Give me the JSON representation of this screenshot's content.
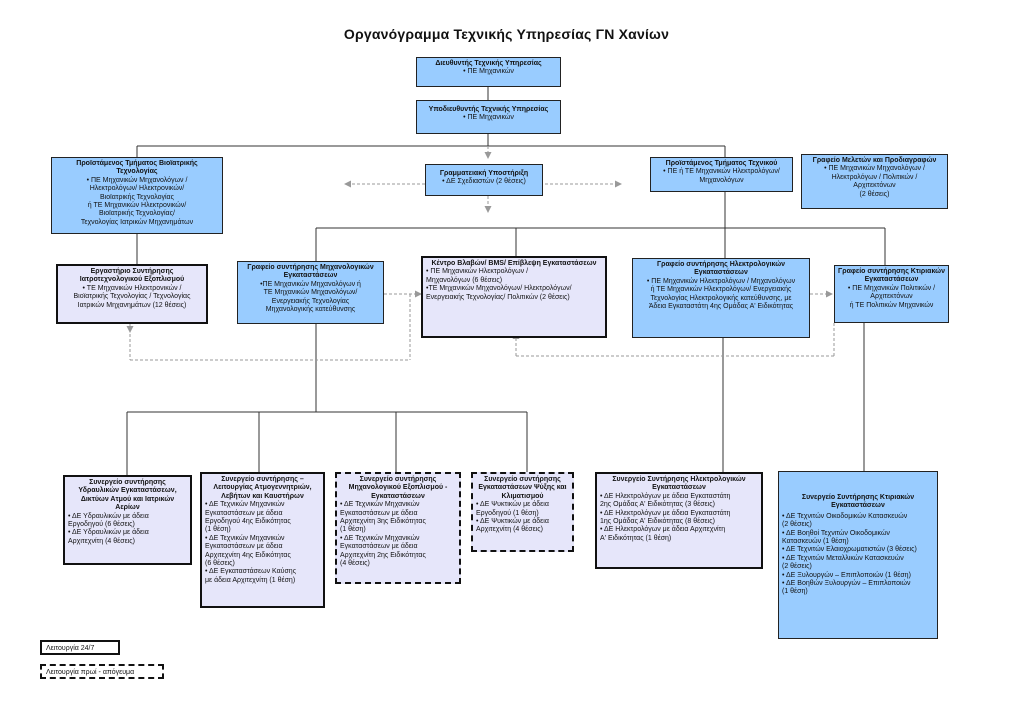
{
  "title": "Οργανόγραμμα  Τεχνικής Υπηρεσίας ΓΝ Χανίων",
  "nodes": {
    "director": {
      "title": "Διευθυντής Τεχνικής Υπηρεσίας",
      "lines": [
        "• ΠΕ Μηχανικών"
      ]
    },
    "deputy": {
      "title": "Υποδιευθυντής Τεχνικής Υπηρεσίας",
      "lines": [
        "• ΠΕ Μηχανικών"
      ]
    },
    "secretariat": {
      "title": "Γραμματειακή Υποστήριξη",
      "lines": [
        "• ΔΕ Σχεδιαστών (2 θέσεις)"
      ]
    },
    "biomed_head": {
      "title": "Προϊστάμενος Τμήματος Βιοϊατρικής Τεχνολογίας",
      "lines": [
        "• ΠΕ Μηχανικών Μηχανολόγων /",
        "Ηλεκτρολόγων/ Ηλεκτρονικών/",
        "Βιοϊατρικής Τεχνολογίας",
        "ή ΤΕ Μηχανικών Ηλεκτρονικών/",
        "Βιοϊατρικής Τεχνολογίας/",
        "Τεχνολογίας Ιατρικών Μηχανημάτων"
      ]
    },
    "tech_head": {
      "title": "Προϊστάμενος Τμήματος Τεχνικού",
      "lines": [
        "• ΠΕ ή ΤΕ Μηχανικών Ηλεκτρολόγων/",
        "Μηχανολόγων"
      ]
    },
    "studies": {
      "title": "Γραφείο Μελετών και Προδιαγραφών",
      "lines": [
        "• ΠΕ Μηχανικών Μηχανολόγων /",
        "Ηλεκτρολόγων / Πολιτικών /",
        "Αρχιτεκτόνων",
        "(2 θέσεις)"
      ]
    },
    "biomed_lab": {
      "title": "Εργαστήριο Συντήρησης Ιατροτεχνολογικού Εξοπλισμού",
      "lines": [
        "• ΤΕ Μηχανικών Ηλεκτρονικών /",
        "Βιοϊατρικής Τεχνολογίας / Τεχνολογίας",
        "Ιατρικών Μηχανημάτων (12 θέσεις)"
      ]
    },
    "mech_office": {
      "title": "Γραφείο συντήρησης Μηχανολογικών Εγκαταστάσεων",
      "lines": [
        "•ΠΕ Μηχανικών Μηχανολόγων ή",
        "ΤΕ Μηχανικών Μηχανολόγων/",
        "Ενεργειακής Τεχνολογίας",
        "Μηχανολογικής κατεύθυνσης"
      ]
    },
    "bms": {
      "title": "Κέντρο Βλαβών/ BMS/ Επίβλεψη Εγκαταστάσεων",
      "lines": [
        "• ΠΕ Μηχανικών Ηλεκτρολόγων /",
        "Μηχανολόγων (6 θέσεις)",
        "•ΤΕ Μηχανικών Μηχανολόγων/ Ηλεκτρολόγων/",
        "Ενεργειακής Τεχνολογίας/ Πολιτικών (2 θέσεις)"
      ]
    },
    "elec_office": {
      "title": "Γραφείο συντήρησης Ηλεκτρολογικών Εγκαταστάσεων",
      "lines": [
        "• ΠΕ Μηχανικών Ηλεκτρολόγων / Μηχανολόγων",
        "ή ΤΕ Μηχανικών Ηλεκτρολόγων/ Ενεργειακής",
        "Τεχνολογίας Ηλεκτρολογικής κατεύθυνσης, με",
        "Άδεια Εγκαταστάτη 4ης Ομάδας Α' Ειδικότητας"
      ]
    },
    "building_office": {
      "title": "Γραφείο συντήρησης Κτιριακών Εγκαταστάσεων",
      "lines": [
        "• ΠΕ Μηχανικών Πολιτικών /",
        "Αρχιτεκτόνων",
        "ή ΤΕ Πολιτικών Μηχανικών"
      ]
    },
    "hydraulic": {
      "title": "Συνεργείο συντήρησης Υδραυλικών Εγκαταστάσεων, Δικτύων Ατμού και Ιατρικών Αερίων",
      "lines": [
        "• ΔΕ Υδραυλικών με άδεια",
        "Εργοδηγού (6 θέσεις)",
        "• ΔΕ Υδραυλικών με άδεια",
        "Αρχιτεχνίτη (4 θέσεις)"
      ]
    },
    "generators": {
      "title": "Συνεργείο συντήρησης – Λειτουργίας  Ατμογεννητριών, Λεβήτων και Καυστήρων",
      "lines": [
        "• ΔΕ Τεχνικών Μηχανικών",
        "Εγκαταστάσεων με άδεια",
        "Εργοδηγού 4ης Ειδικότητας",
        "(1 θέση)",
        "• ΔΕ Τεχνικών Μηχανικών",
        "Εγκαταστάσεων με άδεια",
        "Αρχιτεχνίτη 4ης Ειδικότητας",
        "(6 θέσεις)",
        "• ΔΕ Εγκαταστάσεων Καύσης",
        "με άδεια Αρχιτεχνίτη (1 θέση)"
      ]
    },
    "mech_equipment": {
      "title": "Συνεργείο συντήρησης Μηχανολογικού Εξοπλισμού - Εγκαταστάσεων",
      "lines": [
        "• ΔΕ Τεχνικών Μηχανικών",
        "Εγκαταστάσεων με άδεια",
        "Αρχιτεχνίτη 3ης Ειδικότητας",
        "(1 θέση)",
        "• ΔΕ Τεχνικών Μηχανικών",
        "Εγκαταστάσεων με άδεια",
        "Αρχιτεχνίτη 2ης Ειδικότητας",
        "(4 θέσεις)"
      ]
    },
    "cooling": {
      "title": "Συνεργείο συντήρησης Εγκαταστάσεων Ψύξης και Κλιματισμού",
      "lines": [
        "• ΔΕ Ψυκτικών με άδεια",
        "Εργοδηγού (1 θέση)",
        "• ΔΕ Ψυκτικών με άδεια",
        "Αρχιτεχνίτη (4 θέσεις)"
      ]
    },
    "electrical_crew": {
      "title": "Συνεργείο Συντήρησης Ηλεκτρολογικών Εγκαταστάσεων",
      "lines": [
        "• ΔΕ Ηλεκτρολόγων με άδεια Εγκαταστάτη",
        "2ης Ομάδας Α' Ειδικότητας (3 θέσεις)",
        "• ΔΕ Ηλεκτρολόγων με άδεια Εγκαταστάτη",
        "1ης Ομάδας Α' Ειδικότητας (8 θέσεις)",
        "• ΔΕ Ηλεκτρολόγων με άδεια Αρχιτεχνίτη",
        "Α' Ειδικότητας (1 θέση)"
      ]
    },
    "building_crew": {
      "title": "Συνεργείο Συντήρησης Κτιριακών Εγκαταστάσεων",
      "lines": [
        "• ΔΕ Τεχνιτών Οικοδομικών Κατασκευών",
        "(2 θέσεις)",
        "• ΔΕ Βοηθοί Τεχνιτών Οικοδομικών",
        "Κατασκευών (1 θέση)",
        "• ΔΕ Τεχνιτών Ελαιοχρωματιστών (3 θέσεις)",
        "• ΔΕ Τεχνιτών Μεταλλικών Κατασκευών",
        "(2 θέσεις)",
        "• ΔΕ Ξυλουργών – Επιπλοποιών (1 θέση)",
        "• ΔΕ Βοηθών Ξυλουργών – Επιπλοποιών",
        "(1 θέση)"
      ]
    }
  },
  "legend": {
    "solid": "Λειτουργία 24/7",
    "dashed": "Λειτουργία πρωί - απόγευμα"
  },
  "colors": {
    "box_blue": "#99ccff",
    "box_lavender": "#e6e6fa",
    "connector": "#333333",
    "dotted_connector": "#999999"
  }
}
